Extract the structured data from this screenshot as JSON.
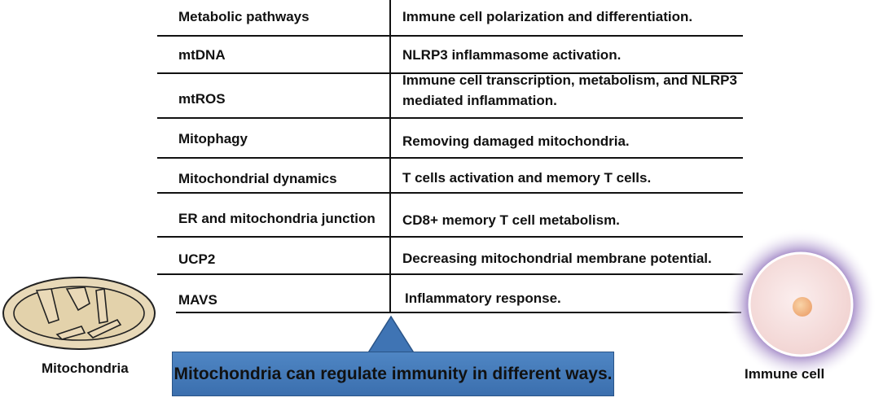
{
  "rows": [
    {
      "left": "Metabolic pathways",
      "right": "Immune cell polarization and differentiation."
    },
    {
      "left": "mtDNA",
      "right": "NLRP3 inflammasome activation."
    },
    {
      "left": "mtROS",
      "right": "Immune cell transcription, metabolism, and NLRP3",
      "right2": "mediated inflammation."
    },
    {
      "left": "Mitophagy",
      "right": "Removing damaged mitochondria."
    },
    {
      "left": "Mitochondrial dynamics",
      "right": "T cells activation and memory T cells."
    },
    {
      "left": "ER and mitochondria junction",
      "right": "CD8+ memory T cell metabolism."
    },
    {
      "left": "UCP2",
      "right": "Decreasing mitochondrial membrane potential."
    },
    {
      "left": "MAVS",
      "right": "Inflammatory response."
    }
  ],
  "labels": {
    "mitochondria": "Mitochondria",
    "immune_cell": "Immune cell"
  },
  "banner": {
    "text": "Mitochondria can regulate immunity in different ways."
  },
  "colors": {
    "banner": "#4a7fc0",
    "mitochondria_fill": "#e8d9b8",
    "immune_cell_fill": "#f4d8d6",
    "immune_cell_glow": "#8a6ab8",
    "nucleus": "#f2b98a",
    "triangle": "#3f74b4"
  }
}
